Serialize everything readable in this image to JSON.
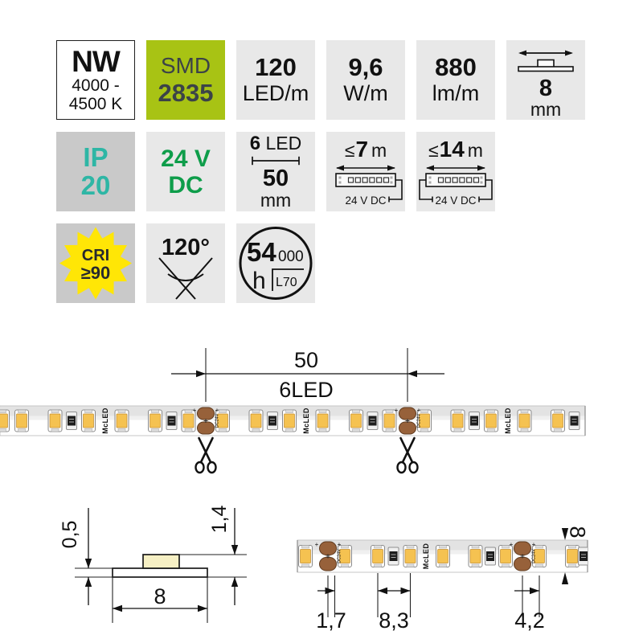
{
  "colors": {
    "tile_light": "#e8e8e8",
    "tile_dark": "#c9c9c9",
    "brand_green": "#a8c314",
    "slate_text": "#3b4248",
    "teal_ip": "#2eb6a5",
    "dc_green": "#0e9d4a",
    "star_yellow": "#ffe606",
    "led_amber": "#f5c251",
    "pad_copper": "#97613a",
    "pcb_cream": "#f6f0c4",
    "ink": "#111111"
  },
  "icons": {
    "width_icon": "double-arrow-over-strip-cross-section",
    "run_icon": "strip-with-supply-wiring",
    "measure_line_icon": "dimension-line-with-end-ticks",
    "cri_star_icon": "12-point-star-burst",
    "beam_angle_icon": "crossed-lines-with-arc",
    "lifetime_icon": "circle-badge",
    "scissors_icon": "scissors-cut-mark",
    "cut_pads_icon": "copper-solder-pads"
  },
  "tiles": {
    "cct": {
      "code": "NW",
      "range_line1": "4000 -",
      "range_line2": "4500 K"
    },
    "chip": {
      "type": "SMD",
      "size": "2835"
    },
    "led_density": {
      "value": "120",
      "unit": "LED/m"
    },
    "power": {
      "value": "9,6",
      "unit": "W/m"
    },
    "luminous_flux": {
      "value": "880",
      "unit": "lm/m"
    },
    "strip_width": {
      "value": "8",
      "unit": "mm"
    },
    "ip_rating": {
      "line1": "IP",
      "line2": "20"
    },
    "voltage": {
      "line1": "24 V",
      "line2": "DC"
    },
    "cut_module": {
      "count": "6",
      "count_unit": "LED",
      "length": "50",
      "length_unit": "mm"
    },
    "max_run_single": {
      "limit": "≤",
      "value": "7",
      "unit": "m",
      "supply": "24 V DC"
    },
    "max_run_double": {
      "limit": "≤",
      "value": "14",
      "unit": "m",
      "supply": "24 V DC"
    },
    "cri": {
      "label": "CRI",
      "value": "≥90"
    },
    "beam_angle": {
      "value": "120°"
    },
    "lifetime": {
      "hours_main": "54",
      "hours_zeros": "000",
      "unit": "h",
      "criterion": "L70"
    }
  },
  "top_drawing": {
    "dim_length": "50",
    "dim_leds": "6LED",
    "brand": "McLED",
    "polarity": "DC24V",
    "plus_mark": "+"
  },
  "side_drawing": {
    "pcb_thickness": "0,5",
    "total_height": "1,4",
    "width": "8"
  },
  "bottom_drawing": {
    "pad_offset": "1,7",
    "led_pitch": "8,3",
    "pad_to_led": "4,2",
    "width": "8",
    "brand": "McLED",
    "polarity": "DC24V",
    "plus_mark": "+"
  }
}
